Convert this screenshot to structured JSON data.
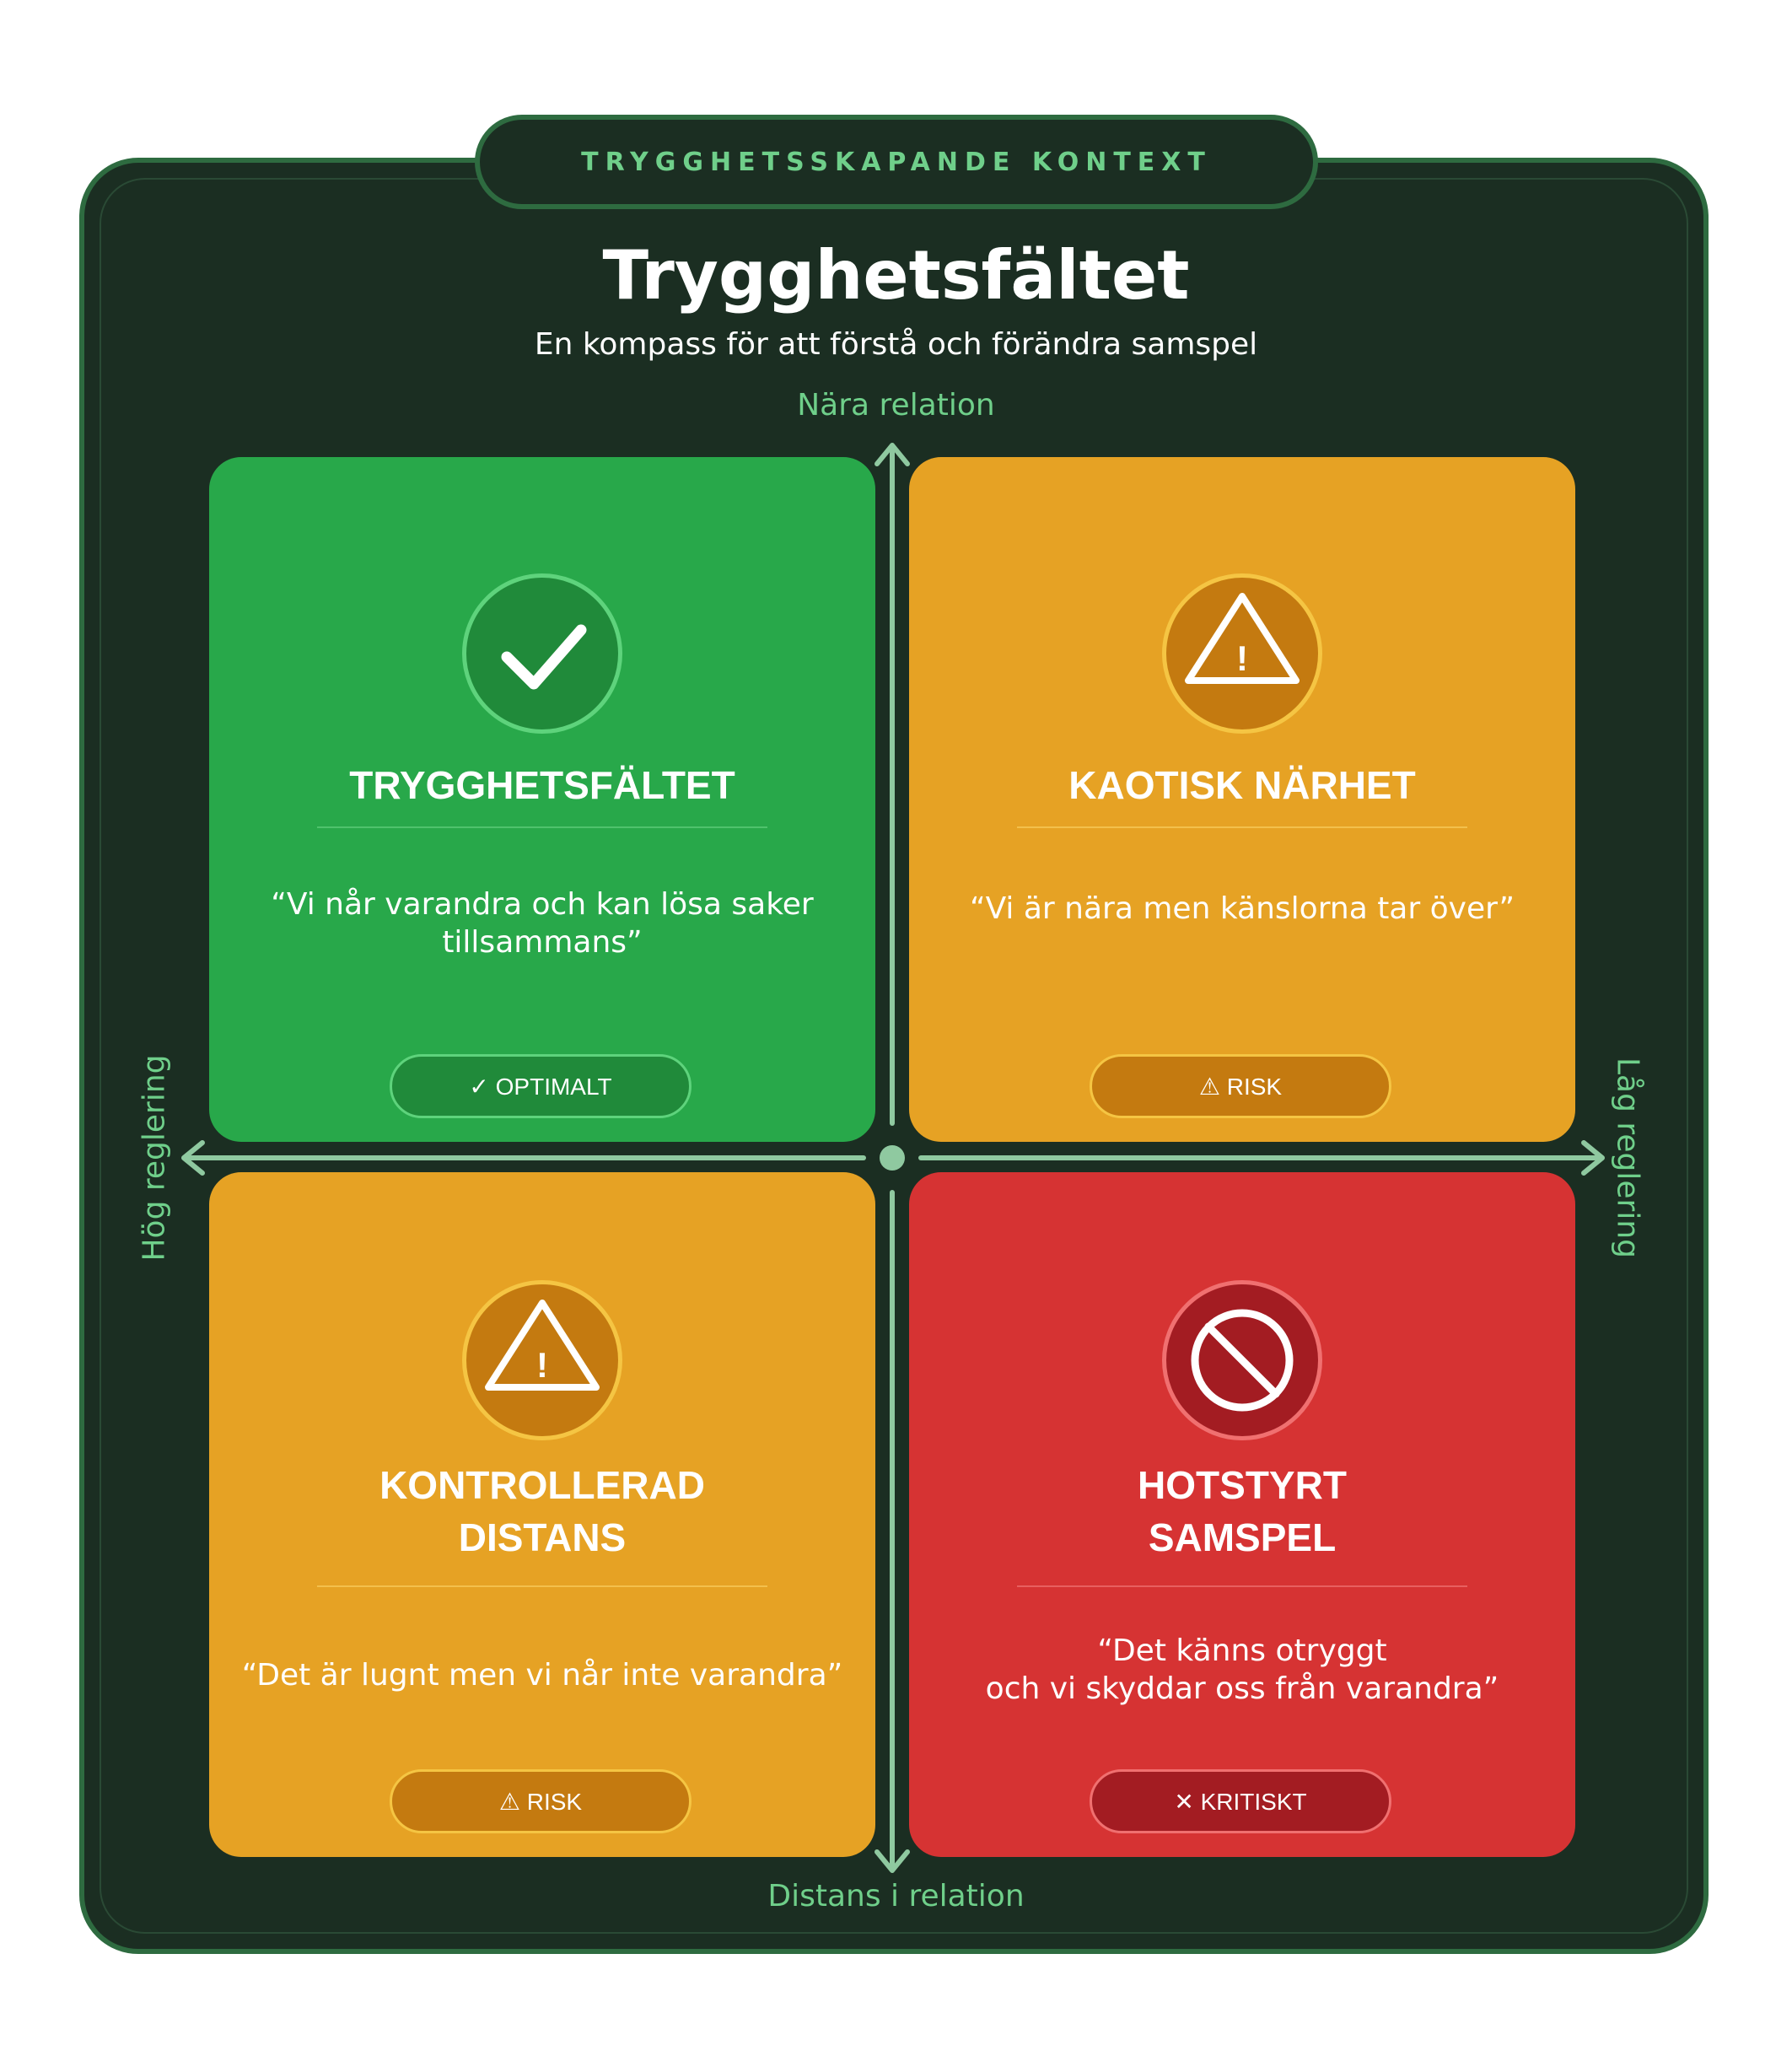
{
  "header": {
    "context": "TRYGGHETSSKAPANDE KONTEXT",
    "title": "Trygghetsfältet",
    "subtitle": "En kompass för att förstå och förändra samspel"
  },
  "axes": {
    "top": "Nära relation",
    "bottom": "Distans i relation",
    "left": "Hög reglering",
    "right": "Låg reglering"
  },
  "quadrants": [
    {
      "title": "TRYGGHETSFÄLTET",
      "quote": "“Vi når varandra och kan lösa saker\ntillsammans”",
      "badge": "✓ OPTIMALT",
      "icon": "check-icon",
      "color": "#28a84a"
    },
    {
      "title": "KAOTISK NÄRHET",
      "quote": "“Vi är nära men känslorna tar över”",
      "badge": "⚠ RISK",
      "icon": "warning-icon",
      "color": "#e6a224"
    },
    {
      "title": "KONTROLLERAD\nDISTANS",
      "quote": "“Det är lugnt men vi når inte varandra”",
      "badge": "⚠ RISK",
      "icon": "warning-icon",
      "color": "#e6a224"
    },
    {
      "title": "HOTSTYRT\nSAMSPEL",
      "quote": "“Det känns otryggt\noch vi skyddar oss från varandra”",
      "badge": "✕ KRITISKT",
      "icon": "prohibited-icon",
      "color": "#d63333"
    }
  ]
}
